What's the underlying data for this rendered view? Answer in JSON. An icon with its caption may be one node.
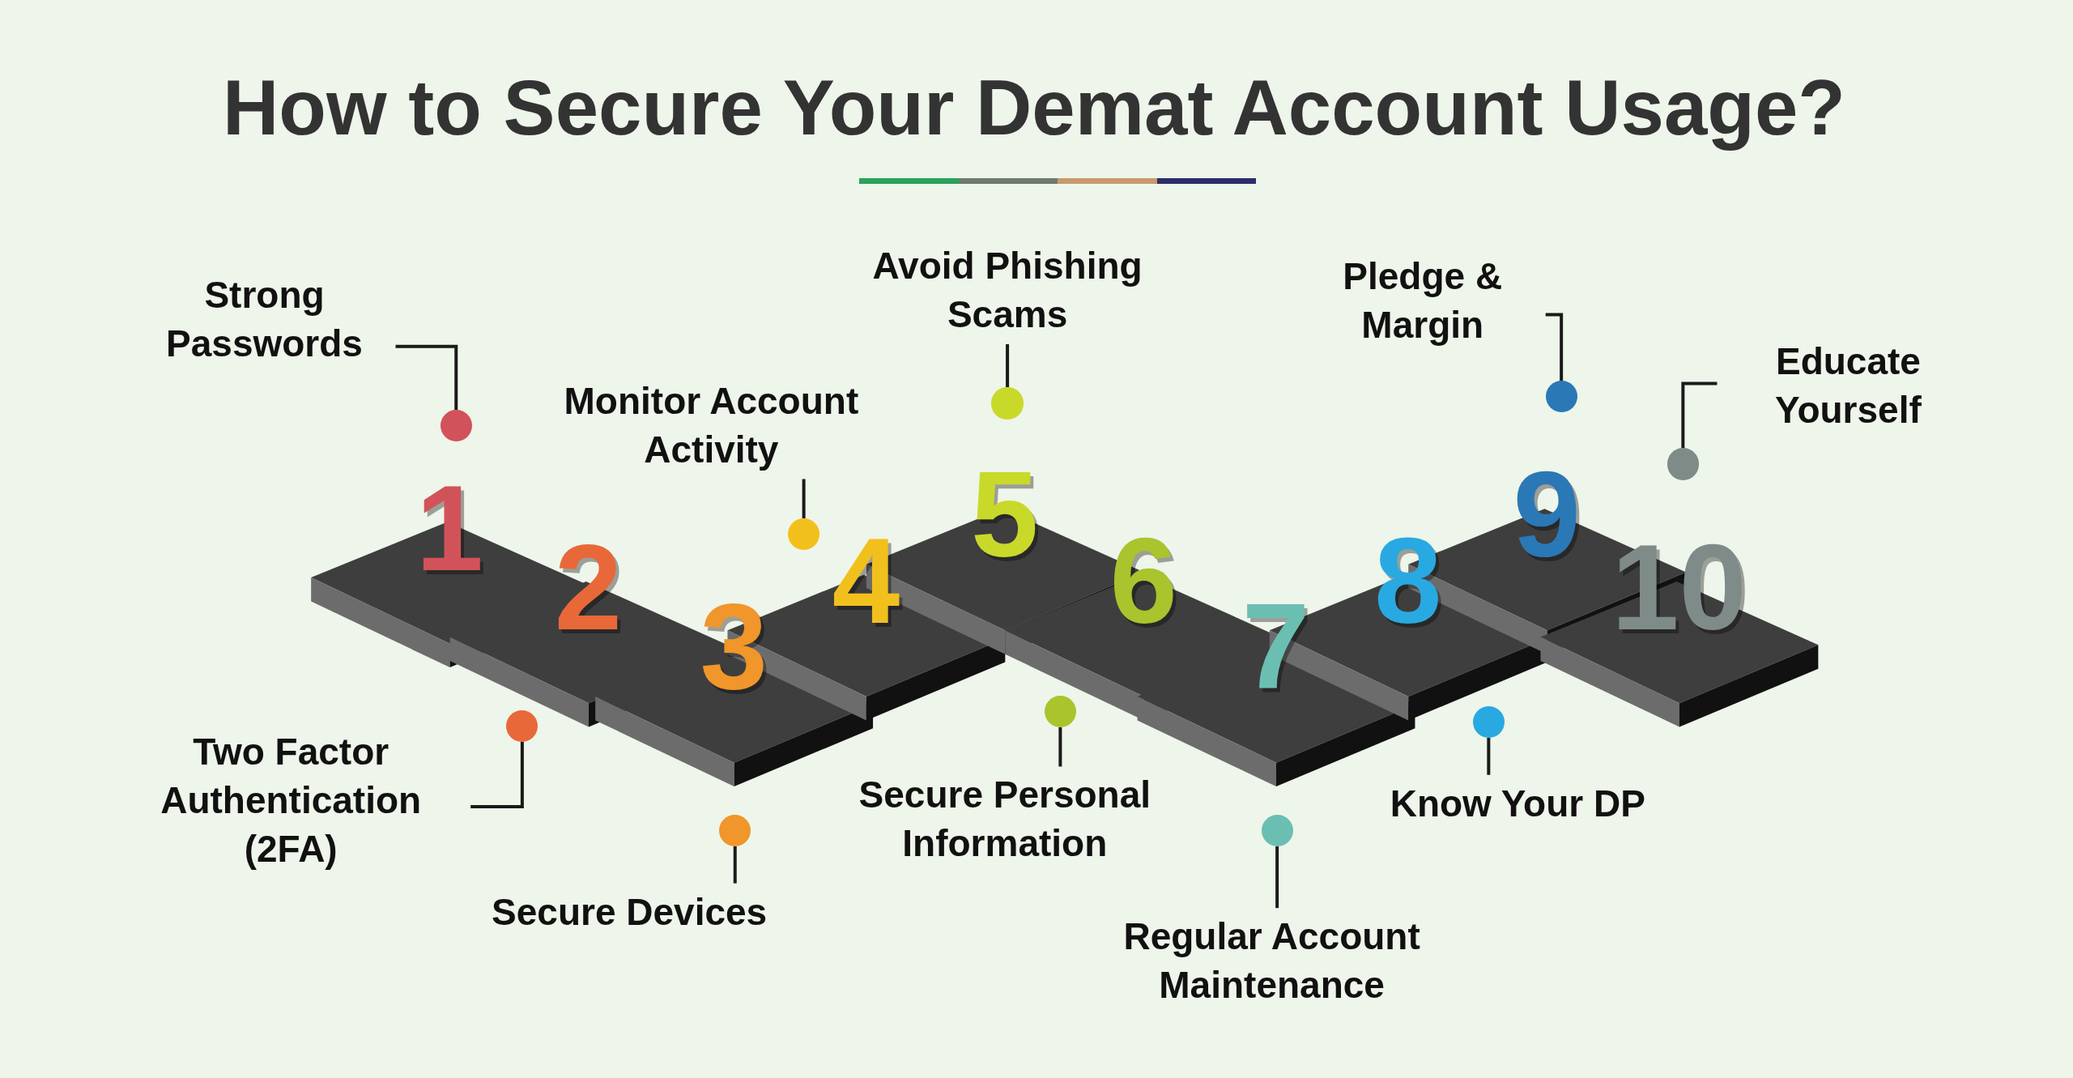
{
  "diagram": {
    "title": "How to Secure Your Demat Account Usage?",
    "nodes": [
      {
        "text": [
          "Strong Passwords"
        ]
      },
      {
        "text": [
          "Two Factor Authentication (2FA)"
        ]
      },
      {
        "text": [
          "Secure Devices"
        ]
      },
      {
        "text": [
          "Monitor Account Activity"
        ]
      },
      {
        "text": [
          "Avoid Phishing Scams"
        ]
      },
      {
        "text": [
          "Secure Personal Information"
        ]
      },
      {
        "text": [
          "Regular Account Maintenance"
        ]
      },
      {
        "text": [
          "Know Your DP"
        ]
      },
      {
        "text": [
          "Pledge & Margin"
        ]
      },
      {
        "text": [
          "Educate Yourself"
        ]
      },
      {
        "text": [],
        "shape": "circle"
      },
      {
        "text": [],
        "shape": "circle"
      },
      {
        "text": [],
        "shape": "circle"
      },
      {
        "text": [],
        "shape": "circle"
      },
      {
        "text": [],
        "shape": "circle"
      },
      {
        "text": [],
        "shape": "circle"
      },
      {
        "text": [],
        "shape": "circle"
      },
      {
        "text": [],
        "shape": "circle"
      },
      {
        "text": [],
        "shape": "circle"
      },
      {
        "text": [],
        "shape": "circle"
      },
      {
        "text": [
          "1"
        ]
      },
      {
        "text": [
          "2"
        ]
      },
      {
        "text": [
          "3"
        ]
      },
      {
        "text": [
          "4"
        ]
      },
      {
        "text": [
          "5"
        ]
      },
      {
        "text": [
          "6"
        ]
      },
      {
        "text": [
          "7"
        ]
      },
      {
        "text": [
          "8"
        ]
      },
      {
        "text": [
          "9"
        ]
      },
      {
        "text": [
          "10"
        ]
      }
    ],
    "edges": [
      {
        "from": 0,
        "to": 10,
        "arrow": "none"
      },
      {
        "from": 1,
        "to": 11,
        "arrow": "none"
      },
      {
        "from": 2,
        "to": 12,
        "arrow": "none"
      },
      {
        "from": 3,
        "to": 13,
        "arrow": "none"
      },
      {
        "from": 4,
        "to": 14,
        "arrow": "none"
      },
      {
        "from": 5,
        "to": 15,
        "arrow": "none"
      },
      {
        "from": 6,
        "to": 16,
        "arrow": "none"
      },
      {
        "from": 7,
        "to": 17,
        "arrow": "none"
      },
      {
        "from": 8,
        "to": 18,
        "arrow": "none"
      },
      {
        "from": 9,
        "to": 19,
        "arrow": "none"
      }
    ]
  }
}
